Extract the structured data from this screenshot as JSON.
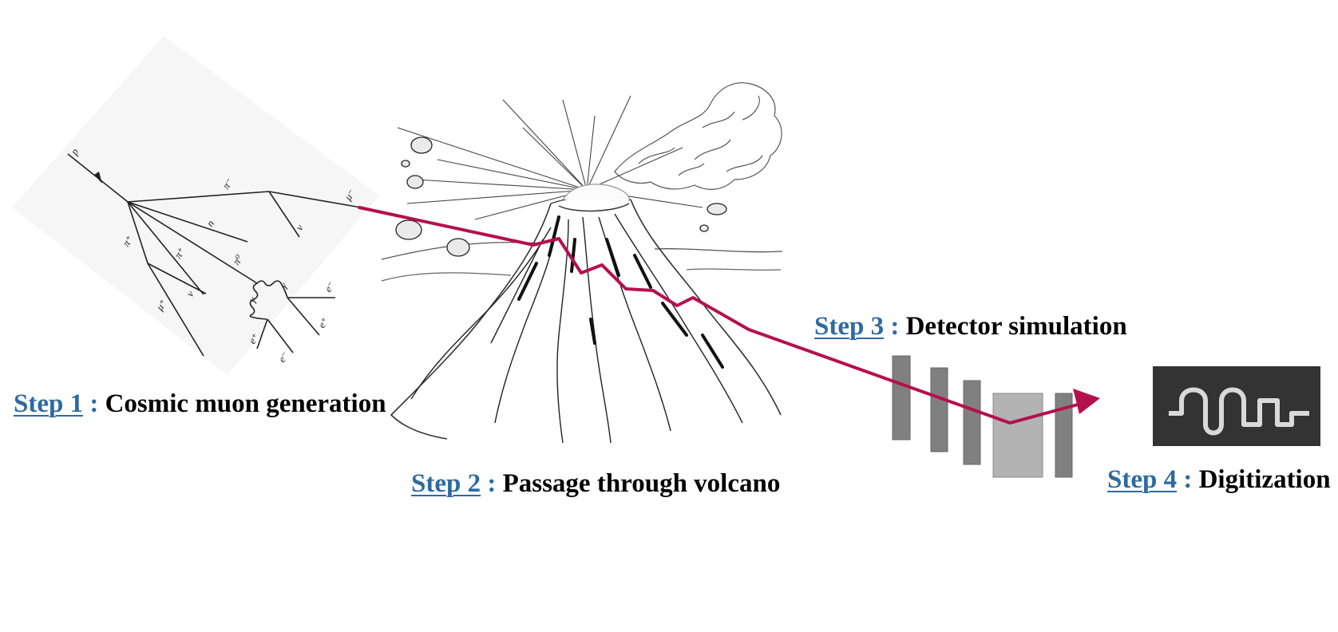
{
  "colors": {
    "muon_track": "#b5104e",
    "step_link": "#2e6aa3",
    "detector_dark": "#808080",
    "detector_light": "#b3b3b3",
    "digitizer_bg": "#333333",
    "digitizer_wave": "#d9d9d9"
  },
  "steps": [
    {
      "num": "Step 1",
      "colon": " :",
      "text": " Cosmic muon generation"
    },
    {
      "num": "Step 2",
      "colon": " :",
      "text": " Passage through volcano"
    },
    {
      "num": "Step 3",
      "colon": " :",
      "text": " Detector simulation"
    },
    {
      "num": "Step 4",
      "colon": " :",
      "text": " Digitization"
    }
  ],
  "shower": {
    "particles": {
      "p": "p",
      "pi_minus": "π⁻",
      "mu_minus": "μ⁻",
      "n": "n",
      "nu1": "ν",
      "pi_plus_1": "π⁺",
      "pi_plus_2": "π⁺",
      "pi_zero": "π⁰",
      "gamma1": "γ",
      "gamma2": "γ",
      "e_minus_1": "e⁻",
      "e_minus_2": "e⁻",
      "e_plus_1": "e⁺",
      "e_plus_2": "e⁺",
      "mu_plus": "μ⁺",
      "nu2": "ν"
    }
  },
  "icons": {
    "shower": "particle-shower-diagram",
    "volcano": "erupting-volcano-sketch",
    "detector": "detector-layers-icon",
    "digitizer": "square-wave-icon"
  }
}
